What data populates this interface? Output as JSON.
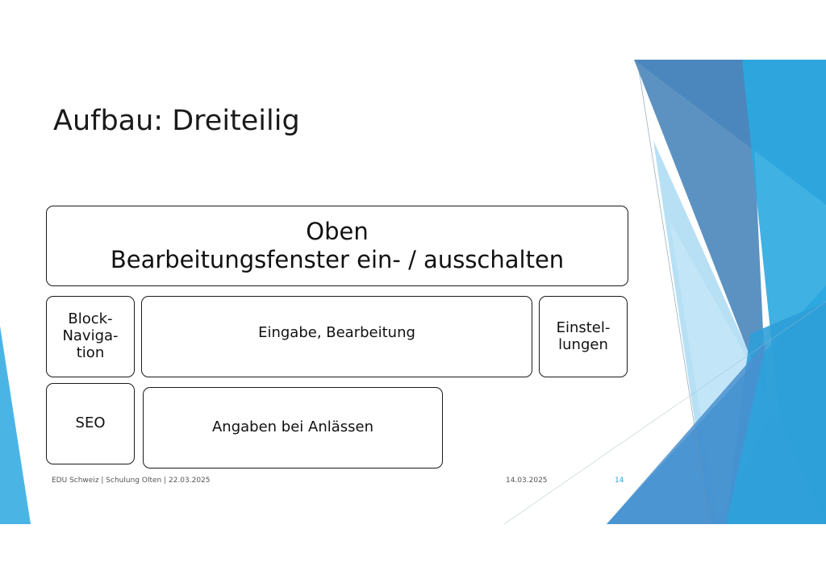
{
  "slide": {
    "title": "Aufbau: Dreiteilig",
    "boxes": {
      "top": {
        "line1": "Oben",
        "line2": "Bearbeitungsfenster ein- / ausschalten"
      },
      "block_navigation": {
        "line1": "Block-",
        "line2": "Naviga-",
        "line3": "tion"
      },
      "input": {
        "label": "Eingabe, Bearbeitung"
      },
      "settings": {
        "line1": "Einstel-",
        "line2": "lungen"
      },
      "seo": {
        "label": "SEO"
      },
      "events": {
        "label": "Angaben bei Anlässen"
      }
    },
    "footer": {
      "left": "EDU Schweiz | Schulung Olten | 22.03.2025",
      "date": "14.03.2025",
      "page": "14"
    }
  },
  "colors": {
    "accent": "#2aa8e0",
    "deco_dark": "#3b7bb5",
    "deco_light": "#a9dcf4"
  }
}
